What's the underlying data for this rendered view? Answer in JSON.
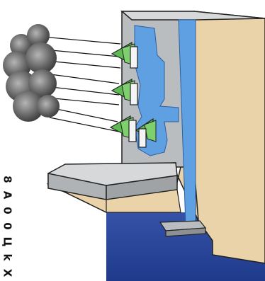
{
  "side_lettering": [
    "8",
    "A",
    "0",
    "0",
    "Ц",
    "k",
    "X"
  ],
  "colors": {
    "background": "#ffffff",
    "cloud": "#5e5e5e",
    "water": "#5ea0e2",
    "deep_water": "#2f4fa0",
    "stone_face": "#b9bdc0",
    "stone_top": "#d6d8da",
    "sand": "#ead3a8",
    "valve_green": "#5dbb52",
    "valve_white": "#f4f4f4",
    "outline": "#222222"
  },
  "icons": [
    "storm-cloud-icon",
    "funnel-valve-icon"
  ]
}
